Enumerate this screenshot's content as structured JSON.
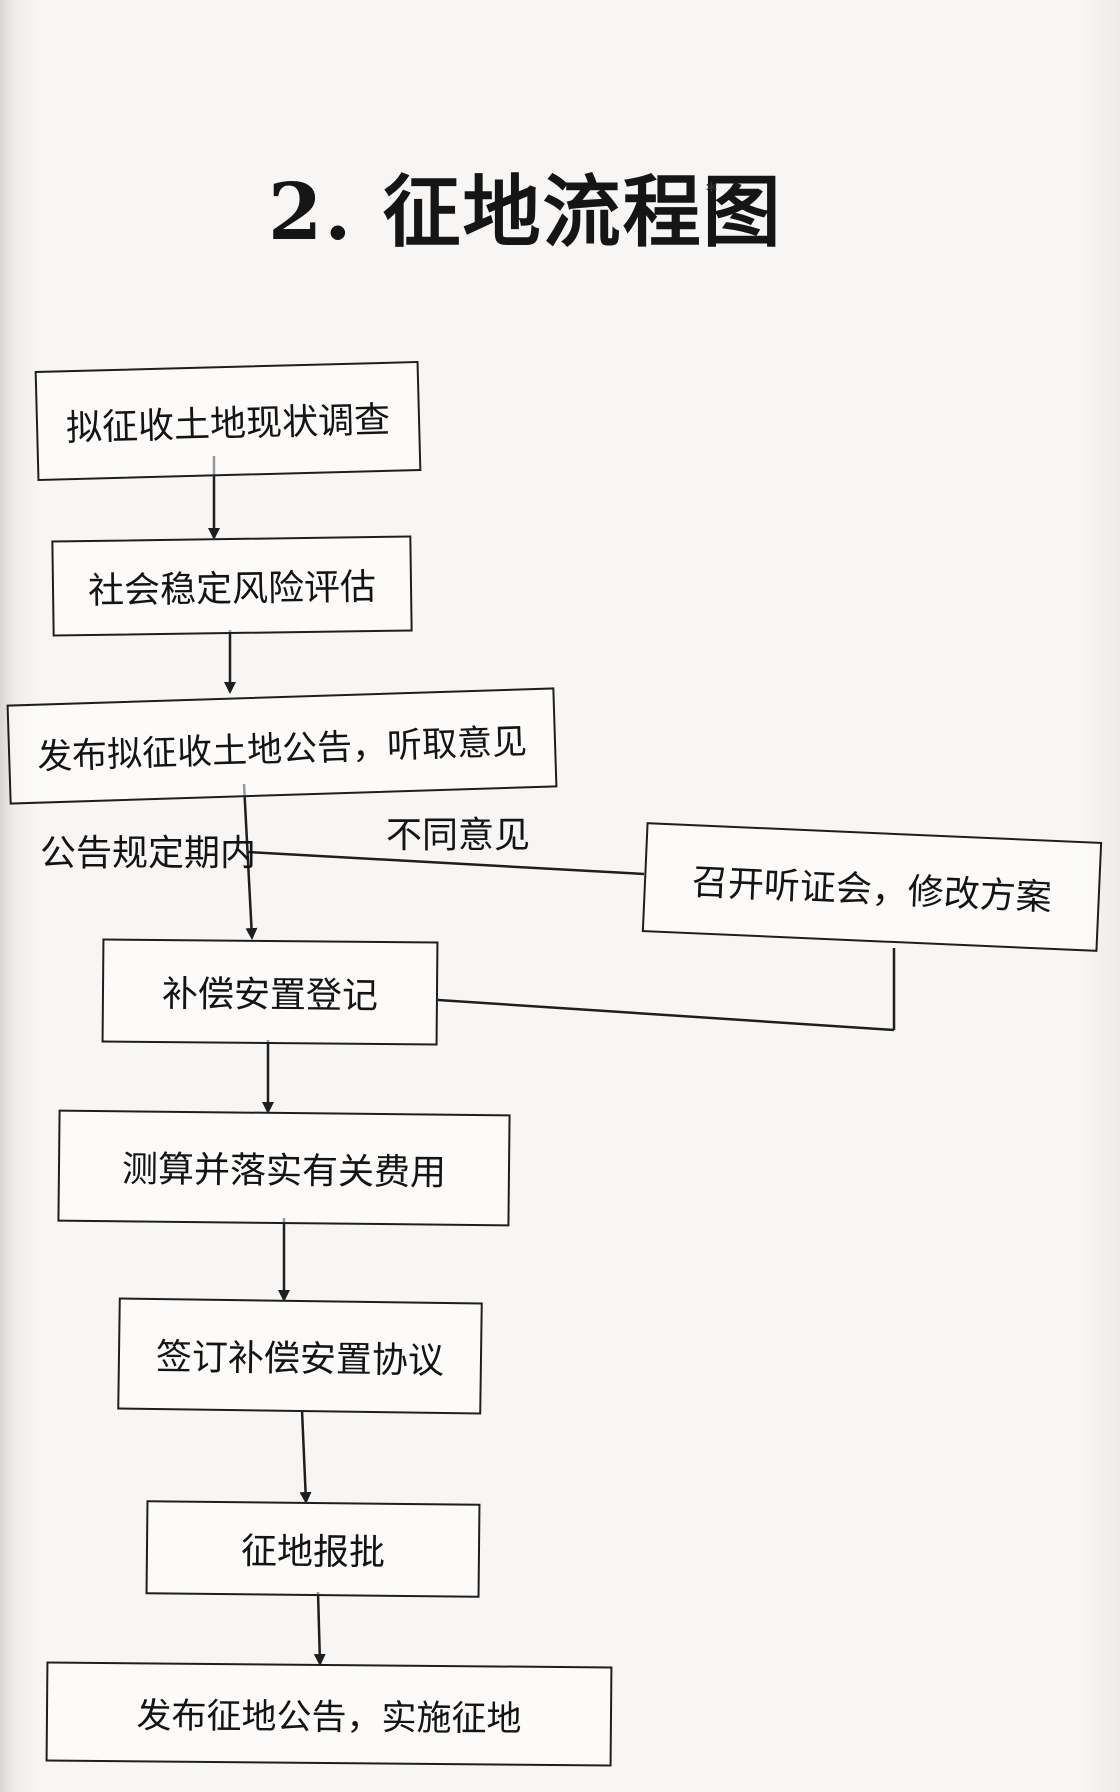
{
  "title": "2. 征地流程图",
  "title_mark": "*",
  "steps": [
    "拟征收土地现状调查",
    "社会稳定风险评估",
    "发布拟征收土地公告，听取意见",
    "补偿安置登记",
    "测算并落实有关费用",
    "签订补偿安置协议",
    "征地报批",
    "发布征地公告，实施征地"
  ],
  "branch": {
    "condition": "公告规定期内",
    "trigger": "不同意见",
    "action": "召开听证会，修改方案"
  }
}
